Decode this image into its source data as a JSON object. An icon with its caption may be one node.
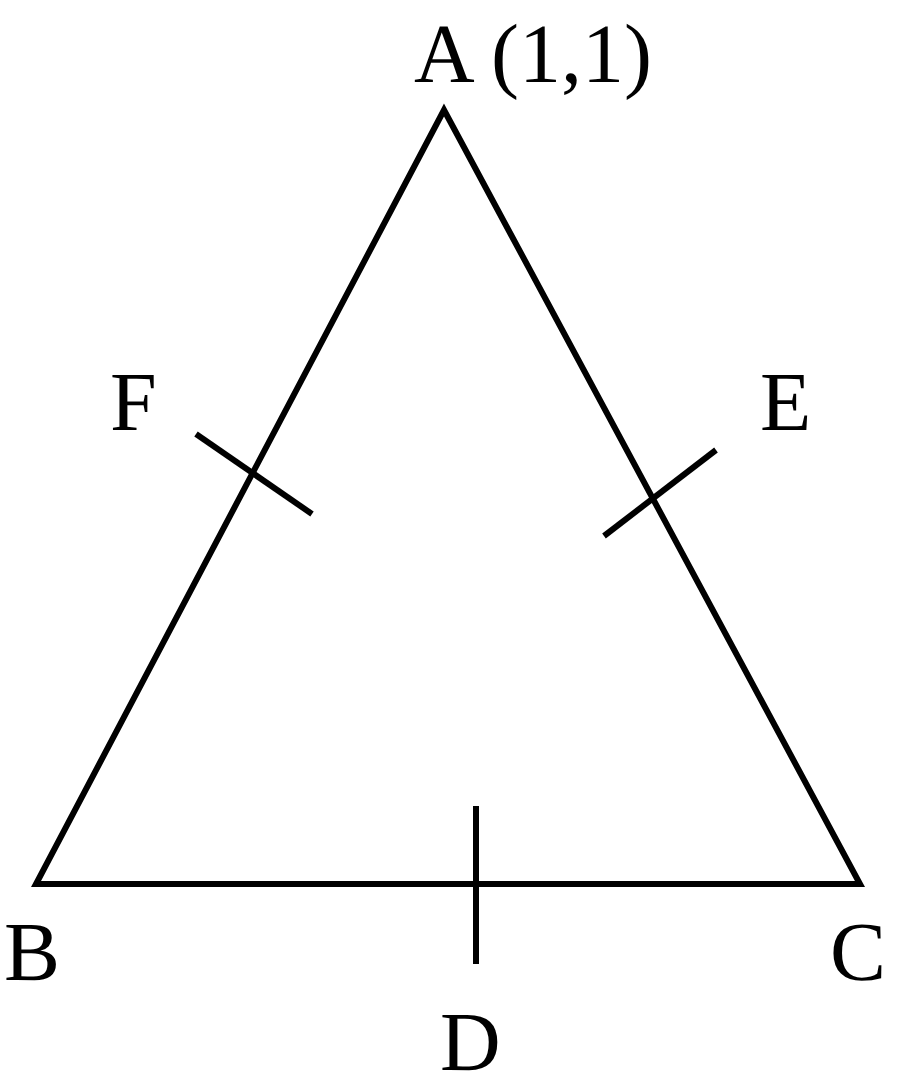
{
  "diagram": {
    "labels": [
      "A (1,1)",
      "F",
      "E",
      "B",
      "C",
      "D"
    ]
  }
}
